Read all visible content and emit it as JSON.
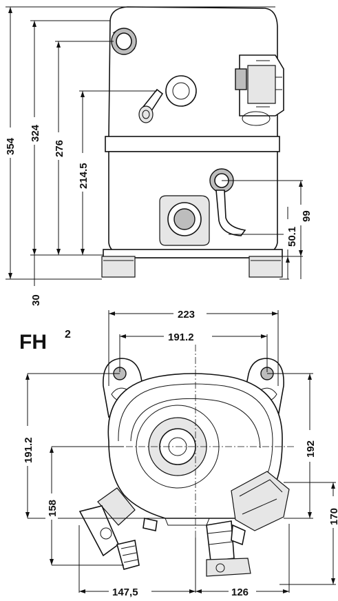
{
  "model_label": {
    "text": "FH",
    "superscript": "2"
  },
  "side_view": {
    "dimensions": {
      "total_height": "354",
      "top_height": "324",
      "port_upper_height": "276",
      "port_side_height": "214.5",
      "right_port_height": "99",
      "right_lower_height": "50.1",
      "foot_height": "30"
    }
  },
  "top_view": {
    "dimensions": {
      "overall_width": "223",
      "mounting_hole_spacing": "191.2",
      "left_depth": "191.2",
      "left_lower_depth": "158",
      "right_depth": "192",
      "right_lower_depth": "170",
      "bottom_left_offset": "147,5",
      "bottom_right_offset": "126"
    }
  }
}
